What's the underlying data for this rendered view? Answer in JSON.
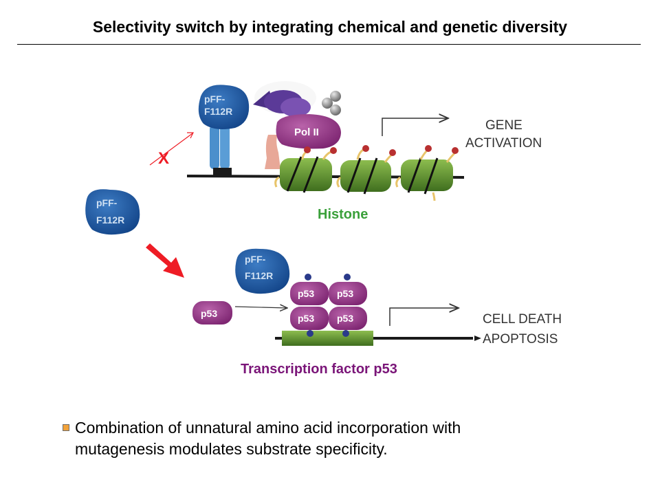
{
  "slide": {
    "title": "Selectivity switch by integrating chemical and genetic diversity"
  },
  "diagram": {
    "enzyme_label_line1": "pFF-",
    "enzyme_label_line2": "F112R",
    "pol_label": "Pol II",
    "blocked_mark": "X",
    "gene_activation_line1": "GENE",
    "gene_activation_line2": "ACTIVATION",
    "histone_label": "Histone",
    "p53_label": "p53",
    "cell_death_line1": "CELL DEATH",
    "cell_death_line2": "APOPTOSIS",
    "tf_label": "Transcription factor p53"
  },
  "bullet": {
    "text_line1": "Combination of unnatural amino acid incorporation with",
    "text_line2": "mutagenesis modulates substrate specificity."
  },
  "colors": {
    "enzyme_blue": "#1f5ea8",
    "histone_green": "#5a8d2f",
    "pol_purple": "#8b2e8c",
    "p53_purple": "#9b3c8e",
    "histone_label_green": "#3aa03a",
    "tf_label_purple": "#7a1578",
    "arrow_red": "#ee1c25"
  }
}
